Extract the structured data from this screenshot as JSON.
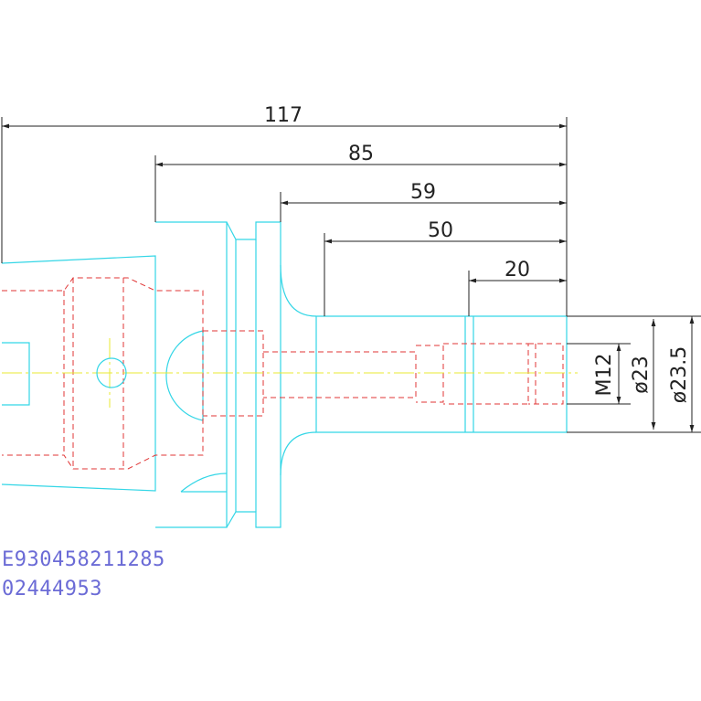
{
  "dimensions": {
    "overall_length": "117",
    "length_85": "85",
    "length_59": "59",
    "length_50": "50",
    "length_20": "20",
    "thread": "M12",
    "diameter_23": "ø23",
    "diameter_23_5": "ø23.5"
  },
  "labels": {
    "part_number": "E930458211285",
    "order_number": "02444953"
  },
  "colors": {
    "outline": "#33d6e6",
    "hidden_lines": "#e03434",
    "center_line": "#e8e830",
    "dimension": "#222222",
    "label_text": "#6b6bd6"
  }
}
